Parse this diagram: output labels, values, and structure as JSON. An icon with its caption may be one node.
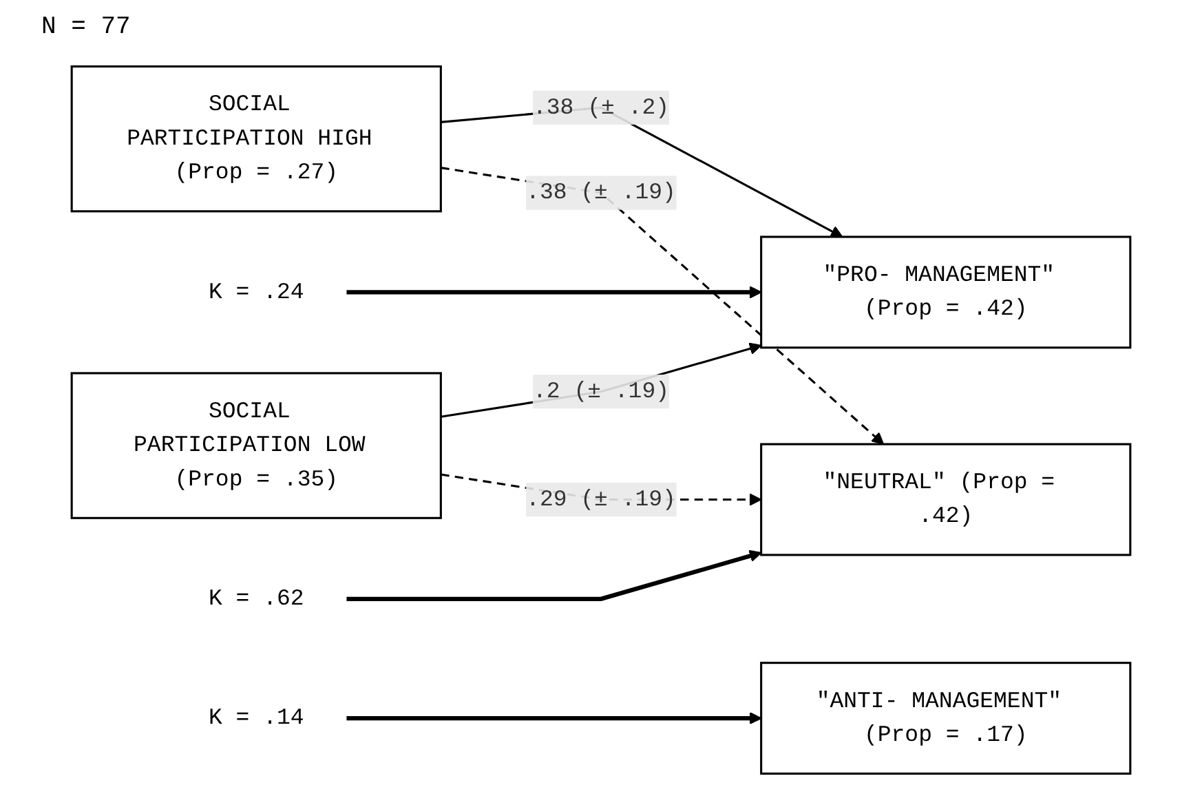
{
  "diagram": {
    "nodes": [
      {
        "text": [
          "SOCIAL PARTICIPATION HIGH (Prop = .27)"
        ]
      },
      {
        "text": [
          "SOCIAL PARTICIPATION LOW (Prop = .35)"
        ]
      },
      {
        "text": [
          "K = .24"
        ]
      },
      {
        "text": [
          "\"PRO- MANAGEMENT\" (Prop = .42)"
        ]
      },
      {
        "text": [
          "K = .62"
        ]
      },
      {
        "text": [
          "\"NEUTRAL\" (Prop = .42)"
        ]
      },
      {
        "text": [
          "K = .14"
        ]
      },
      {
        "text": [
          "\"ANTI- MANAGEMENT\" (Prop = .17)"
        ]
      }
    ],
    "edges": [
      {
        "from": 0,
        "to": 3,
        "arrow": "to",
        "label": ".38 (± .2)"
      },
      {
        "from": 0,
        "to": 5,
        "arrow": "to",
        "label": ".38 (± .19)",
        "style": "dashed"
      },
      {
        "from": 1,
        "to": 3,
        "arrow": "to",
        "label": ".2 (± .19)"
      },
      {
        "from": 1,
        "to": 5,
        "arrow": "to",
        "label": ".29 (± .19)",
        "style": "dashed"
      },
      {
        "from": 2,
        "to": 3,
        "arrow": "to",
        "style": "thick"
      },
      {
        "from": 4,
        "to": 5,
        "arrow": "to",
        "style": "thick"
      },
      {
        "from": 6,
        "to": 7,
        "arrow": "to",
        "style": "thick"
      }
    ],
    "labels": [
      "N = 77"
    ]
  }
}
